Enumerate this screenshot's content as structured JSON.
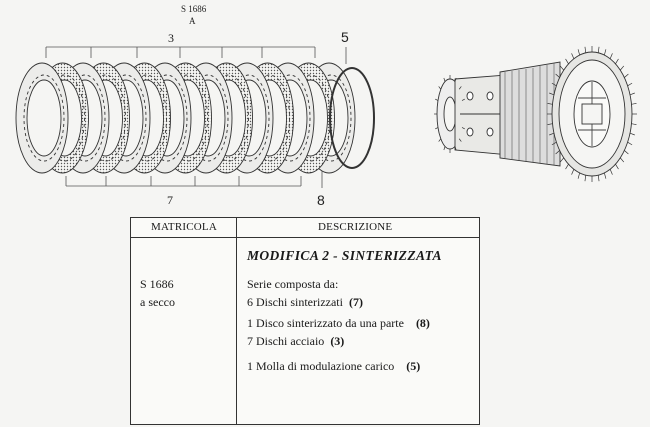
{
  "figure": {
    "caption_code": "S 1686",
    "caption_letter": "A",
    "callouts": {
      "steel": "3",
      "spring": "5",
      "sintered": "7",
      "one_side": "8"
    }
  },
  "table": {
    "headers": [
      "MATRICOLA",
      "DESCRIZIONE"
    ],
    "matricola": [
      "S 1686",
      "a secco"
    ],
    "title": "MODIFICA  2 - SINTERIZZATA",
    "intro": "Serie composta da:",
    "items": [
      {
        "text": "6 Dischi sinterizzati",
        "ref": "(7)"
      },
      {
        "text": "1 Disco sinterizzato da una parte",
        "ref": "(8)"
      },
      {
        "text": "7 Dischi acciaio",
        "ref": "(3)"
      },
      {
        "text": "1 Molla di modulazione carico",
        "ref": "(5)"
      }
    ]
  }
}
